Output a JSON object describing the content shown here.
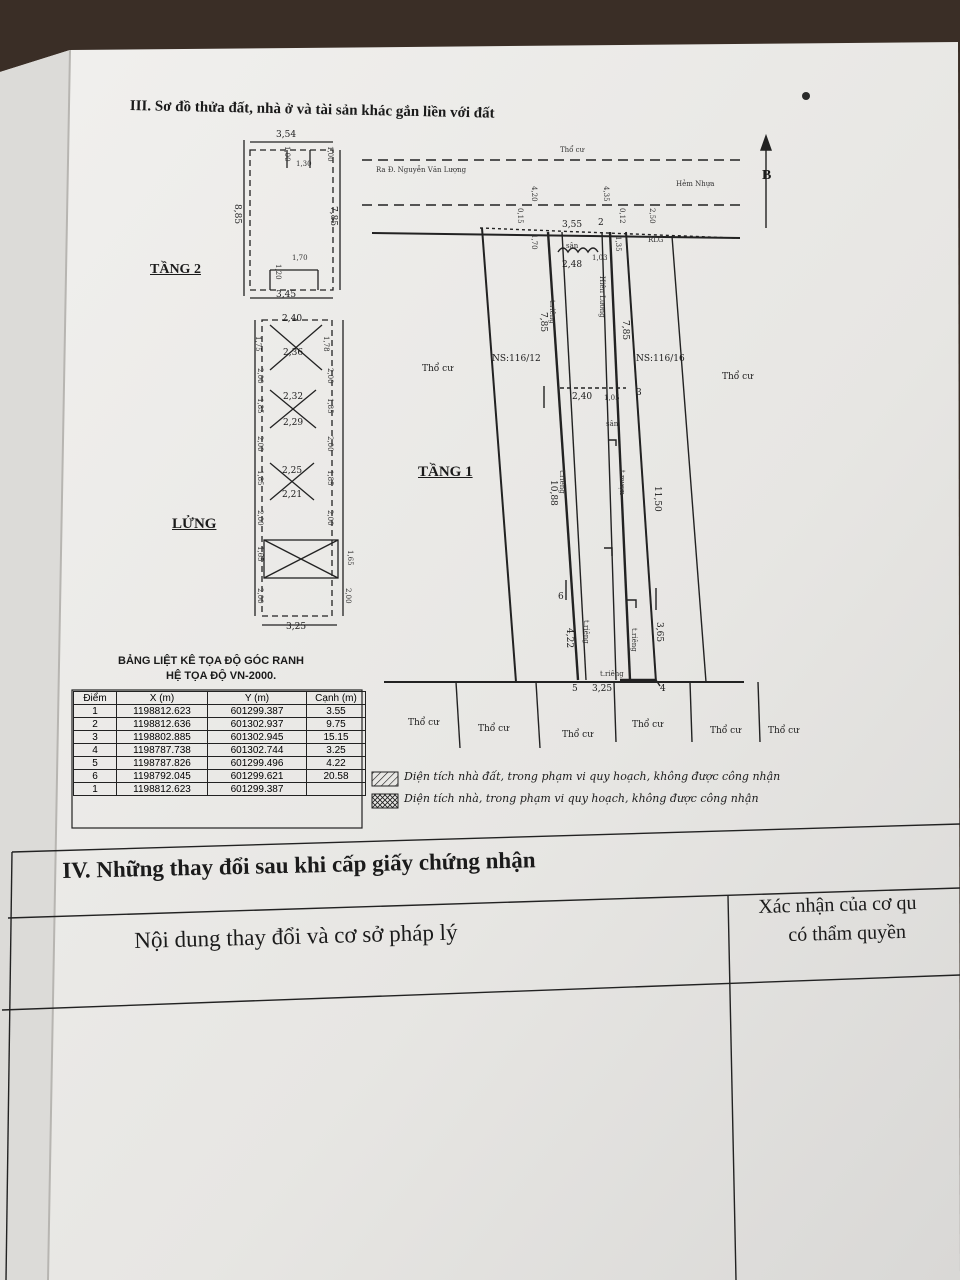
{
  "section3_title": "III. Sơ đồ thửa đất, nhà ở và tài sản khác gắn liền với đất",
  "floor_labels": {
    "tang2": "TẦNG 2",
    "lung": "LỬNG",
    "tang1": "TẦNG 1"
  },
  "tang2_dims": {
    "top": "3,54",
    "bottom": "3,45",
    "left": "8,85",
    "right": "7,85",
    "inner_top_a": "1,00",
    "inner_top_b": "1,30",
    "inner_top_c": "1,00",
    "inner_bottom_a": "1,70",
    "inner_bottom_b": "1,20"
  },
  "lung_dims": {
    "widths": [
      "2,40",
      "2,36",
      "2,32",
      "2,29",
      "2,25",
      "2,21",
      "3,25"
    ],
    "left": [
      "1,75",
      "2,00",
      "1,85",
      "2,00",
      "1,85",
      "2,00",
      "1,65",
      "2,00"
    ],
    "right": [
      "1,78",
      "2,00",
      "1,85",
      "2,00",
      "1,85",
      "2,00",
      "1,65",
      "2,00"
    ]
  },
  "site_labels": {
    "tho_cu": "Thổ cư",
    "road": "Ra Đ. Nguyễn Văn Lượng",
    "alley": "Hẻm Nhựa",
    "ns_left": "NS:116/12",
    "ns_right": "NS:116/16",
    "rlg": "RLG",
    "san": "sân",
    "hien_luong": "Hiên Lương",
    "t_rieng": "t.riêng",
    "t_muon": "t.mượn",
    "north": "B"
  },
  "site_dims": {
    "d355": "3,55",
    "d325": "3,25",
    "d248": "2,48",
    "d103a": "1,03",
    "d240": "2,40",
    "d105": "1,05",
    "d785a": "7,85",
    "d785b": "7,85",
    "d1088": "10,88",
    "d1150": "11,50",
    "d422": "4,22",
    "d365": "3,65",
    "d170": "1,70",
    "d135": "1,35",
    "d420": "4,20",
    "d435": "4,35",
    "d015": "0,15",
    "d012": "0,12",
    "d250": "2,50"
  },
  "points": {
    "p2": "2",
    "p3": "3",
    "p4": "4",
    "p5": "5",
    "p6": "6"
  },
  "coord_table": {
    "title_line1": "BẢNG LIỆT KÊ TỌA ĐỘ GÓC RANH",
    "title_line2": "HỆ TỌA ĐỘ VN-2000.",
    "headers": [
      "Điểm",
      "X (m)",
      "Y (m)",
      "Cạnh (m)"
    ],
    "rows": [
      [
        "1",
        "1198812.623",
        "601299.387",
        "3.55"
      ],
      [
        "2",
        "1198812.636",
        "601302.937",
        "9.75"
      ],
      [
        "3",
        "1198802.885",
        "601302.945",
        "15.15"
      ],
      [
        "4",
        "1198787.738",
        "601302.744",
        "3.25"
      ],
      [
        "5",
        "1198787.826",
        "601299.496",
        "4.22"
      ],
      [
        "6",
        "1198792.045",
        "601299.621",
        "20.58"
      ],
      [
        "1",
        "1198812.623",
        "601299.387",
        ""
      ]
    ]
  },
  "legend": [
    "Diện tích nhà đất, trong phạm vi  quy hoạch, không được công nhận",
    "Diện tích nhà, trong phạm vi  quy hoạch, không được công nhận"
  ],
  "section4": {
    "title": "IV. Những thay đổi sau khi cấp giấy chứng nhận",
    "col1": "Nội dung thay đổi và cơ sở pháp lý",
    "col2_line1": "Xác nhận của cơ qu",
    "col2_line2": "có thẩm quyền"
  },
  "colors": {
    "paper": "#ecebe8",
    "ink": "#1b1b1b",
    "background": "#3a2e26"
  }
}
